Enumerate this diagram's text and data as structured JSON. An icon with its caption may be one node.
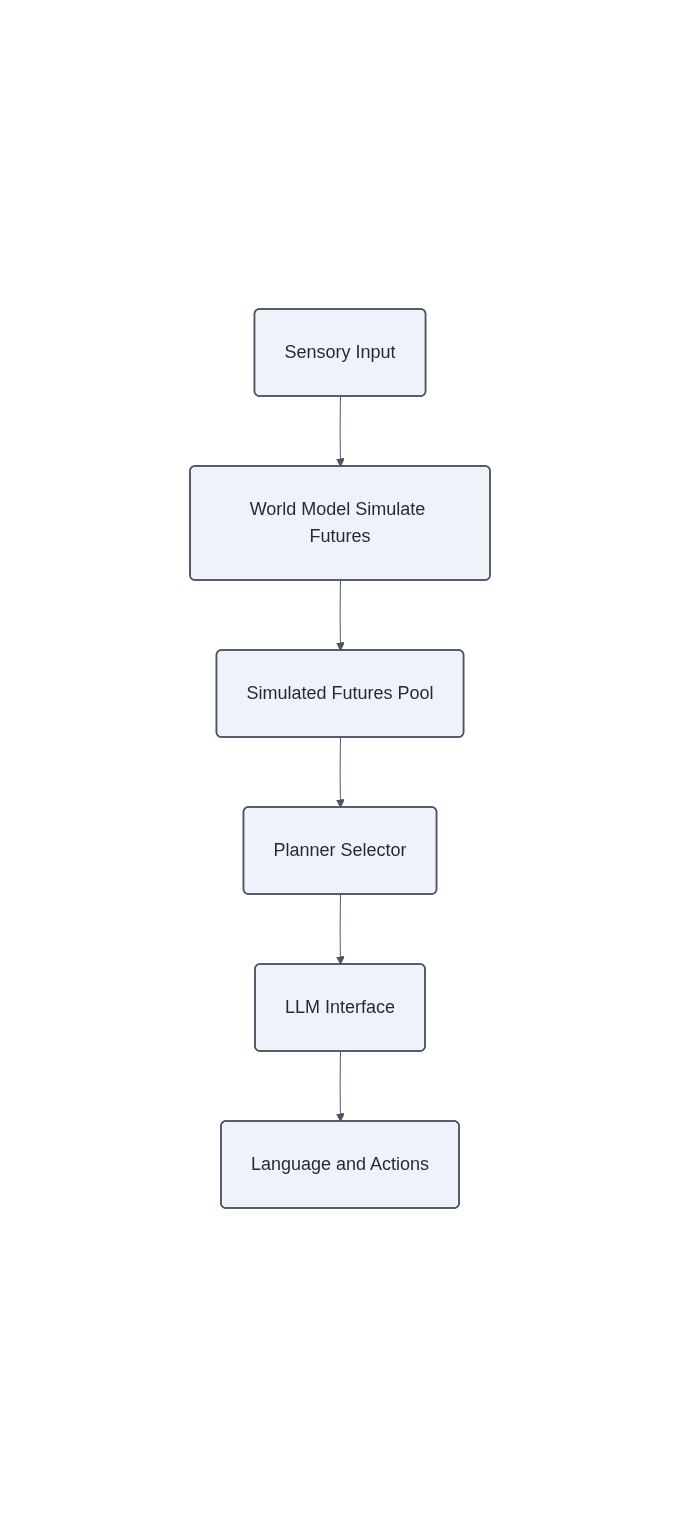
{
  "diagram": {
    "nodes": [
      {
        "text": [
          "Sensory Input"
        ]
      },
      {
        "text": [
          "World Model Simulate Futures"
        ]
      },
      {
        "text": [
          "Simulated Futures Pool"
        ]
      },
      {
        "text": [
          "Planner Selector"
        ]
      },
      {
        "text": [
          "LLM Interface"
        ]
      },
      {
        "text": [
          "Language and Actions"
        ]
      }
    ],
    "edges": [
      {
        "from": 0,
        "to": 1,
        "arrow": "to"
      },
      {
        "from": 1,
        "to": 2,
        "arrow": "to"
      },
      {
        "from": 2,
        "to": 3,
        "arrow": "to"
      },
      {
        "from": 3,
        "to": 4,
        "arrow": "to"
      },
      {
        "from": 4,
        "to": 5,
        "arrow": "to"
      }
    ]
  }
}
